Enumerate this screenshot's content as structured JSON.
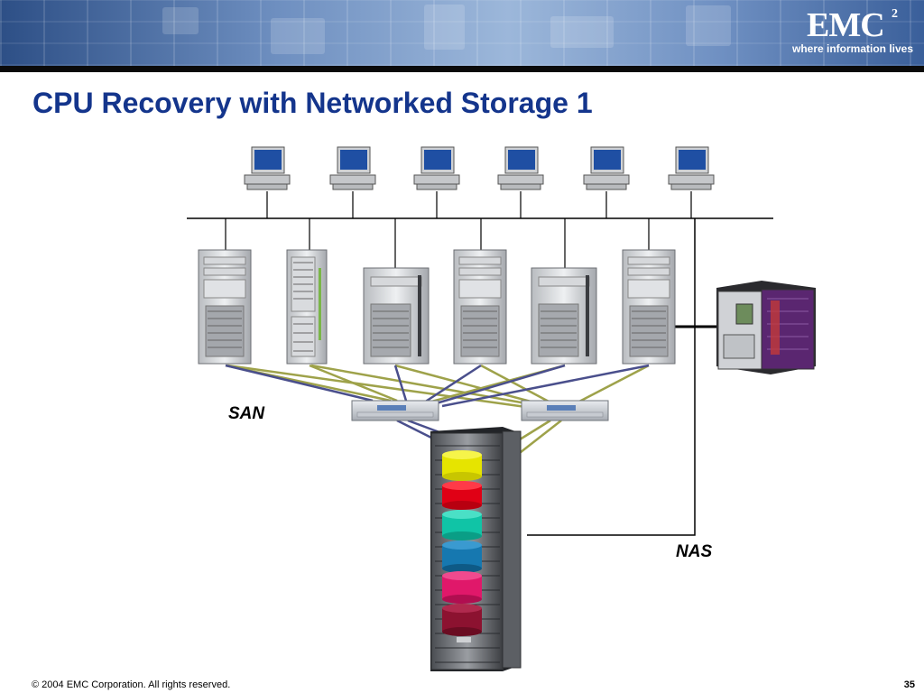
{
  "header": {
    "logo_text": "EMC",
    "logo_superscript": "2",
    "logo_tagline": "where information lives"
  },
  "slide": {
    "title": "CPU Recovery with Networked Storage 1"
  },
  "diagram": {
    "san_label": "SAN",
    "nas_label": "NAS",
    "workstation_count": 6,
    "server_count": 6
  },
  "footer": {
    "copyright": "© 2004 EMC Corporation. All rights reserved.",
    "page_number": "35"
  }
}
